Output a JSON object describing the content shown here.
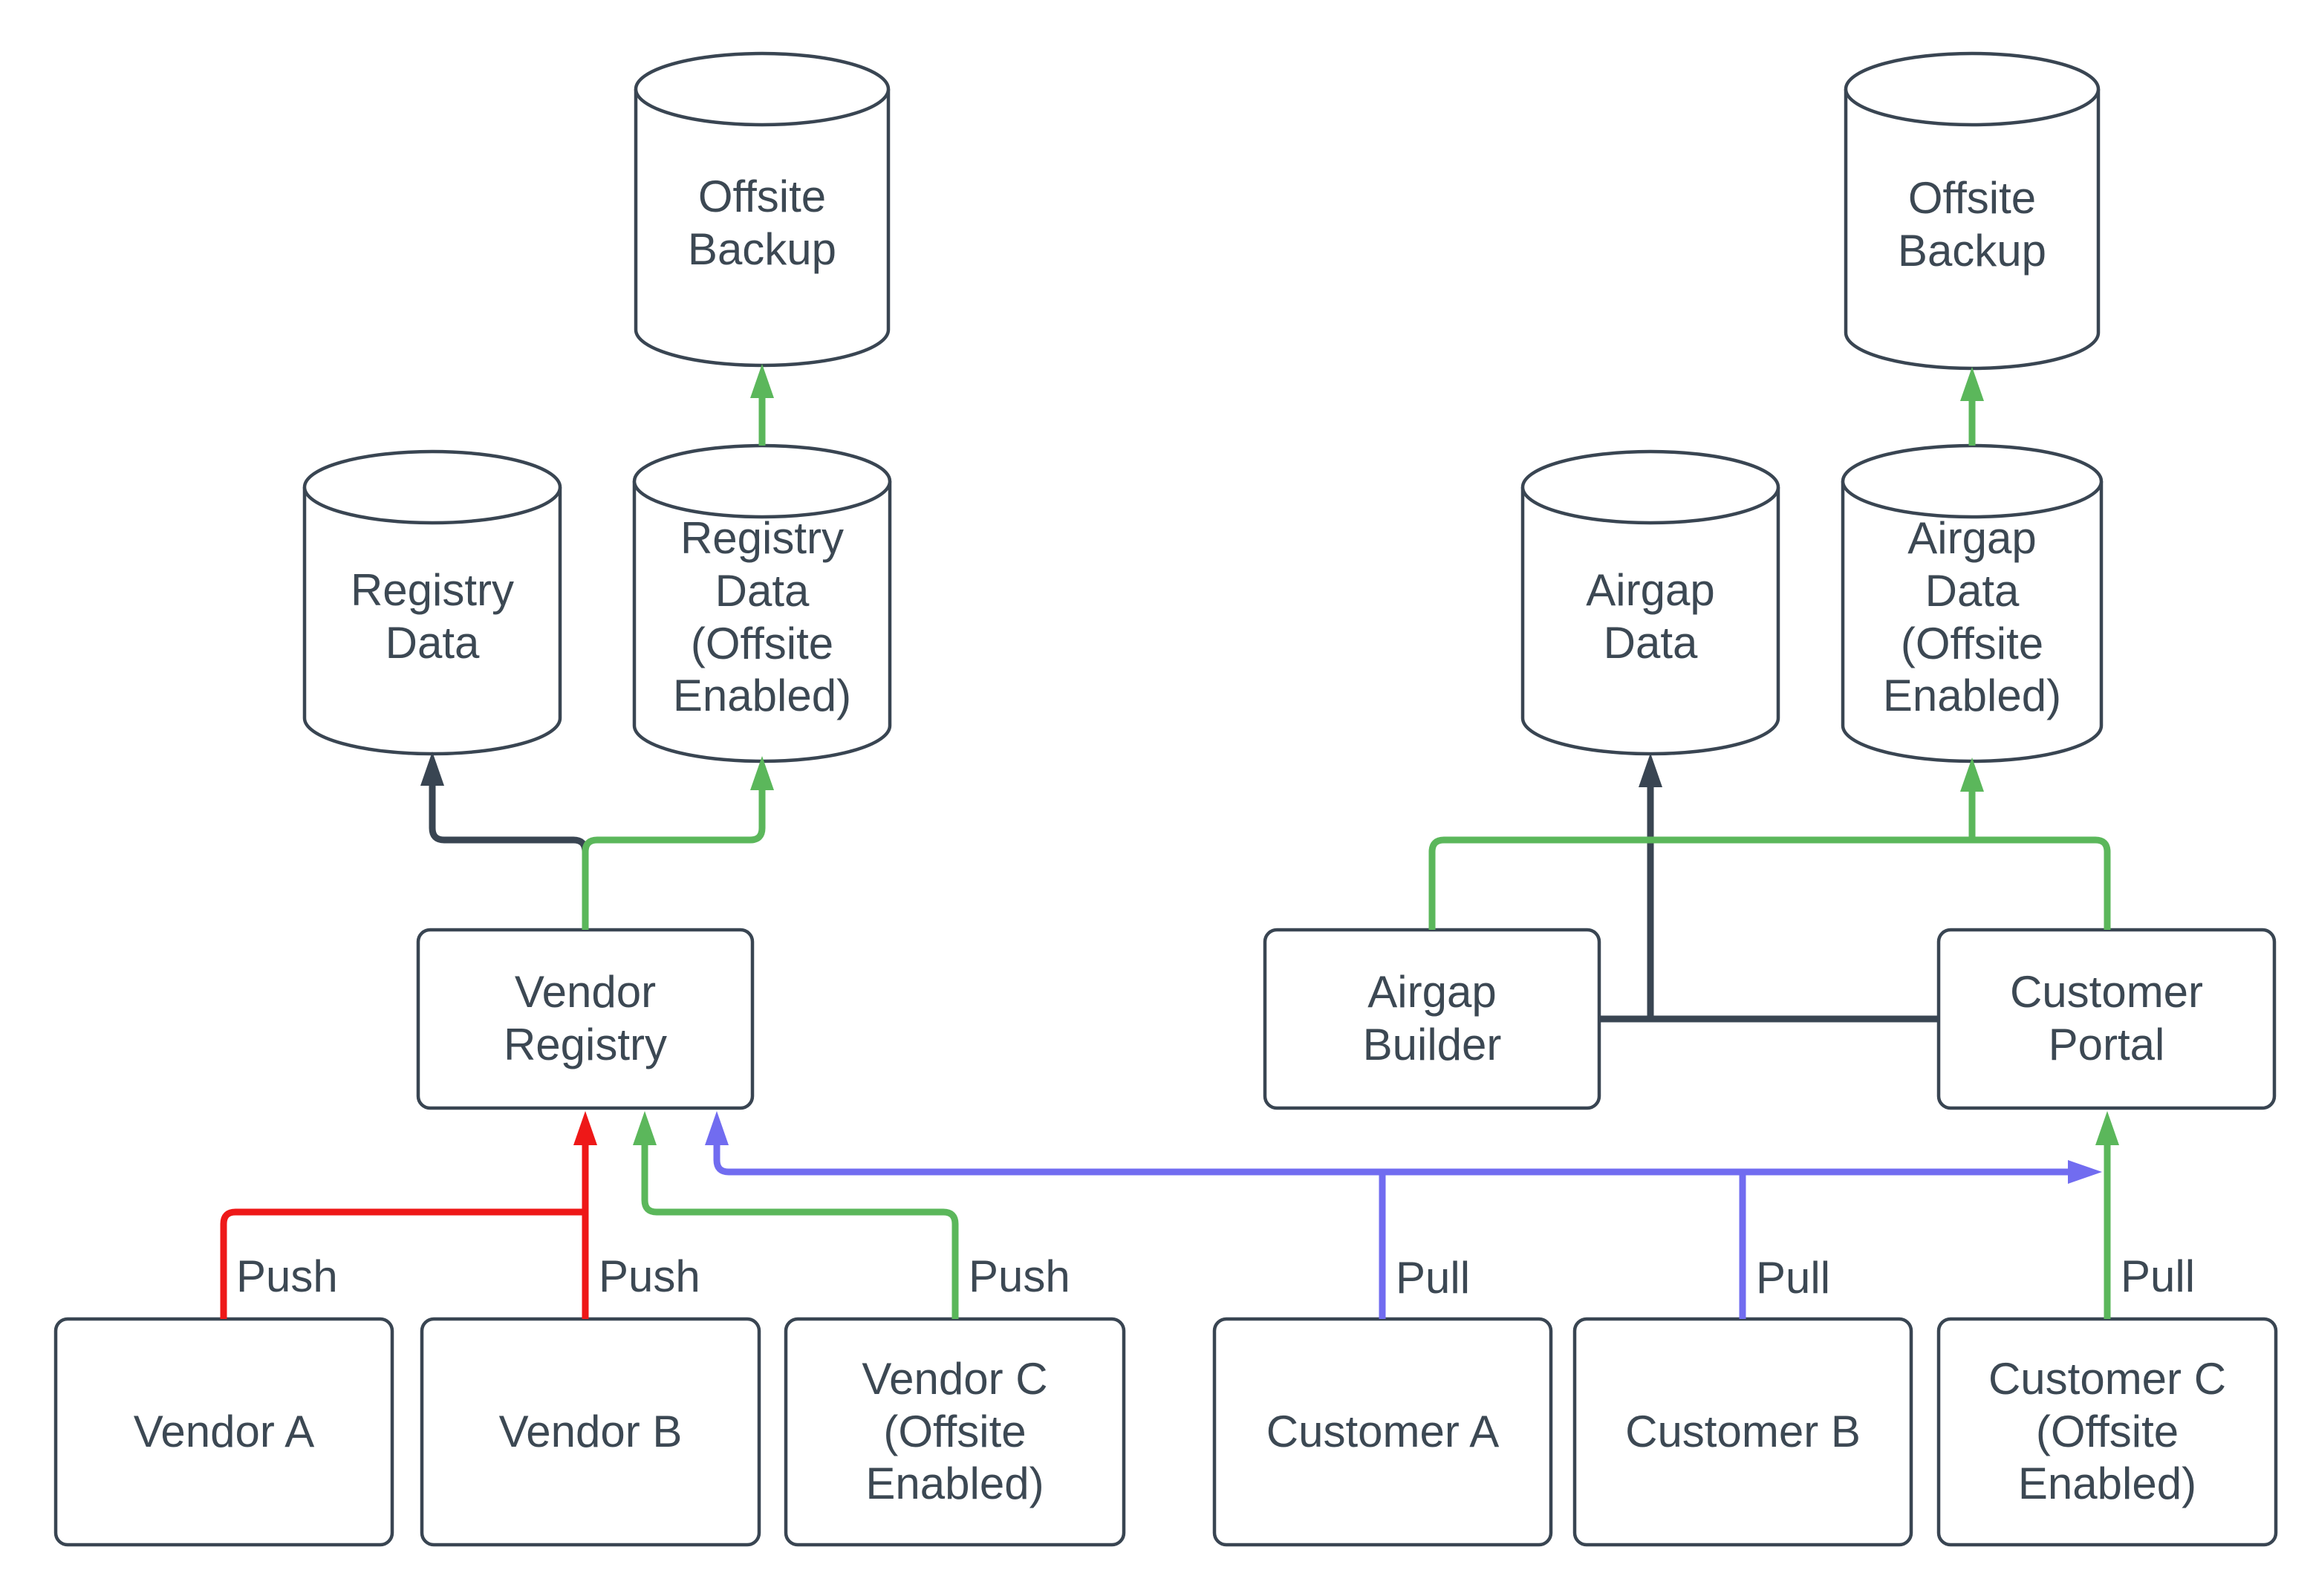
{
  "diagram": {
    "colors": {
      "dark": "#394552",
      "green": "#5BB75B",
      "red": "#EE1818",
      "blue": "#716CF0",
      "text": "#3C4853",
      "node_fill": "#FFFFFF",
      "background": "#FFFFFF"
    },
    "nodes": {
      "offsite_backup_left": {
        "label": "Offsite\nBackup",
        "shape": "cylinder"
      },
      "registry_data": {
        "label": "Registry\nData",
        "shape": "cylinder"
      },
      "registry_data_offsite": {
        "label": "Registry\nData\n(Offsite\nEnabled)",
        "shape": "cylinder"
      },
      "vendor_registry": {
        "label": "Vendor\nRegistry",
        "shape": "box"
      },
      "vendor_a": {
        "label": "Vendor A",
        "shape": "box"
      },
      "vendor_b": {
        "label": "Vendor B",
        "shape": "box"
      },
      "vendor_c": {
        "label": "Vendor C\n(Offsite\nEnabled)",
        "shape": "box"
      },
      "airgap_data": {
        "label": "Airgap\nData",
        "shape": "cylinder"
      },
      "airgap_data_offsite": {
        "label": "Airgap\nData\n(Offsite\nEnabled)",
        "shape": "cylinder"
      },
      "offsite_backup_right": {
        "label": "Offsite\nBackup",
        "shape": "cylinder"
      },
      "airgap_builder": {
        "label": "Airgap\nBuilder",
        "shape": "box"
      },
      "customer_portal": {
        "label": "Customer\nPortal",
        "shape": "box"
      },
      "customer_a": {
        "label": "Customer A",
        "shape": "box"
      },
      "customer_b": {
        "label": "Customer B",
        "shape": "box"
      },
      "customer_c": {
        "label": "Customer C\n(Offsite\nEnabled)",
        "shape": "box"
      }
    },
    "edge_labels": {
      "vendor_a_push": "Push",
      "vendor_b_push": "Push",
      "vendor_c_push": "Push",
      "customer_a_pull": "Pull",
      "customer_b_pull": "Pull",
      "customer_c_pull": "Pull"
    },
    "edges": [
      {
        "from": "vendor_registry",
        "to": "registry_data",
        "color": "dark"
      },
      {
        "from": "vendor_registry",
        "to": "registry_data_offsite",
        "color": "green"
      },
      {
        "from": "registry_data_offsite",
        "to": "offsite_backup_left",
        "color": "green"
      },
      {
        "from": "vendor_a",
        "to": "vendor_registry",
        "color": "red",
        "label": "Push"
      },
      {
        "from": "vendor_b",
        "to": "vendor_registry",
        "color": "red",
        "label": "Push"
      },
      {
        "from": "vendor_c",
        "to": "vendor_registry",
        "color": "green",
        "label": "Push"
      },
      {
        "from": "customer_a",
        "to": "vendor_registry",
        "color": "blue",
        "label": "Pull"
      },
      {
        "from": "customer_b",
        "to": "vendor_registry",
        "color": "blue",
        "label": "Pull"
      },
      {
        "from": "customer_c",
        "to": "customer_portal",
        "color": "green",
        "label": "Pull"
      },
      {
        "from": "airgap_builder",
        "to": "airgap_data",
        "color": "dark"
      },
      {
        "from": "customer_portal",
        "to": "airgap_data",
        "color": "dark"
      },
      {
        "from": "airgap_builder",
        "to": "airgap_data_offsite",
        "color": "green"
      },
      {
        "from": "customer_portal",
        "to": "airgap_data_offsite",
        "color": "green"
      },
      {
        "from": "airgap_data_offsite",
        "to": "offsite_backup_right",
        "color": "green"
      }
    ]
  }
}
